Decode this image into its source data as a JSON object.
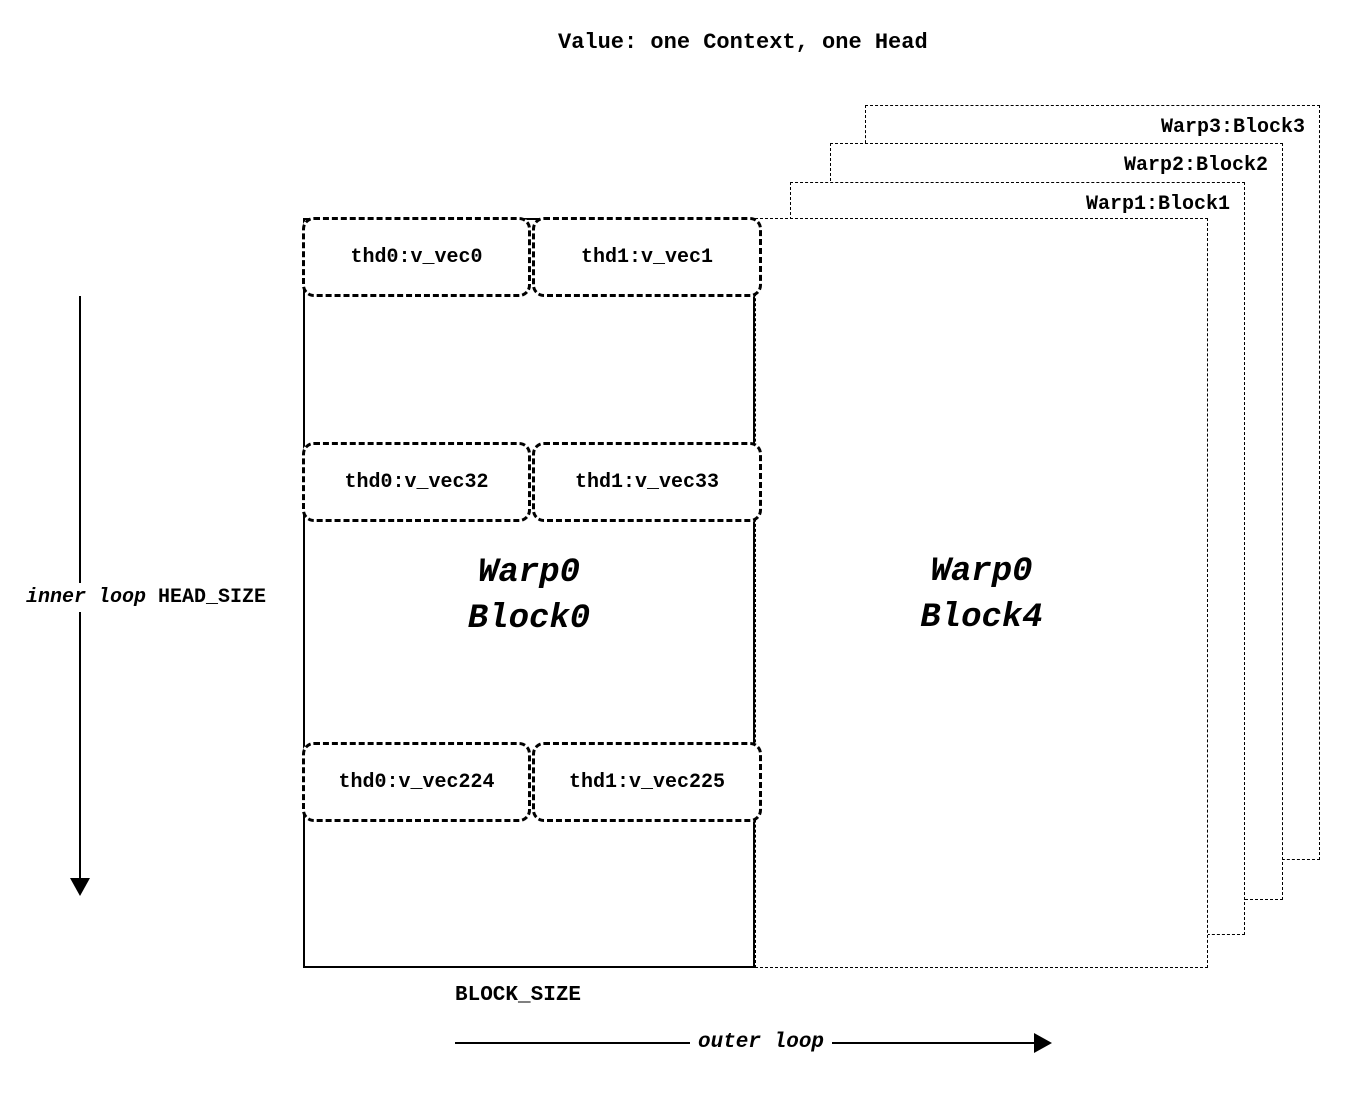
{
  "title": "Value: one Context, one Head",
  "background_blocks": [
    {
      "label": "Warp3:Block3"
    },
    {
      "label": "Warp2:Block2"
    },
    {
      "label": "Warp1:Block1"
    }
  ],
  "block4": {
    "line1": "Warp0",
    "line2": "Block4"
  },
  "block0": {
    "line1": "Warp0",
    "line2": "Block0",
    "rows": [
      {
        "left": "thd0:v_vec0",
        "right": "thd1:v_vec1"
      },
      {
        "left": "thd0:v_vec32",
        "right": "thd1:v_vec33"
      },
      {
        "left": "thd0:v_vec224",
        "right": "thd1:v_vec225"
      }
    ]
  },
  "labels": {
    "inner_loop": "inner loop",
    "head_size": "HEAD_SIZE",
    "block_size": "BLOCK_SIZE",
    "outer_loop": "outer loop"
  },
  "colors": {
    "line": "#000000",
    "background": "#ffffff"
  }
}
